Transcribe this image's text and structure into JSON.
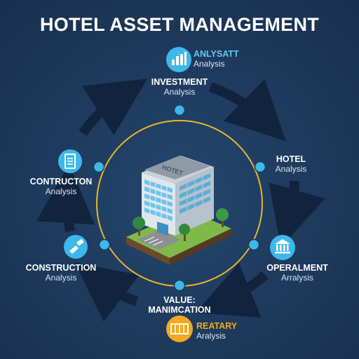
{
  "title": "HOTEL ASSET MANAGEMENT",
  "colors": {
    "background": "#1e3a5f",
    "ring": "#e8b72a",
    "node": "#3db8ea",
    "arrow": "#12243d",
    "orange_accent": "#f3a91f"
  },
  "nodes": {
    "analysis_top": {
      "title": "ANLYSATT",
      "subtitle": "Analysis",
      "icon": "bar-chart-icon"
    },
    "investment": {
      "title": "INVESTMENT",
      "subtitle": "Analysis"
    },
    "hotel": {
      "title": "HOTEL",
      "subtitle": "Analysis"
    },
    "operational": {
      "title": "OPERALMENT",
      "subtitle": "Arralysis",
      "icon": "bank-building-icon"
    },
    "value": {
      "title_line1": "VALUE:",
      "title_line2": "MANIMCATION"
    },
    "reatary": {
      "title": "REATARY",
      "subtitle": "Aralysis",
      "icon": "grid-document-icon"
    },
    "construction_lower": {
      "title": "CONSTRUCTION",
      "subtitle": "Analysis",
      "icon": "hammer-hand-icon"
    },
    "construction_upper": {
      "title": "CONTRUCTON",
      "subtitle": "Analysis",
      "icon": "clipboard-icon"
    }
  },
  "building_sign": "HOTET"
}
